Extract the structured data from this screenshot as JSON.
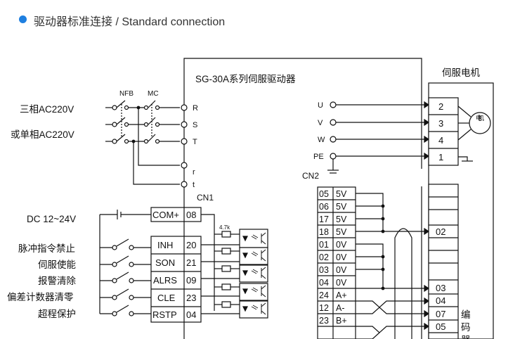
{
  "header": {
    "title": "驱动器标准连接 / Standard connection",
    "accent_color": "#1e7fe0"
  },
  "drive": {
    "title": "SG-30A系列伺服驱动器",
    "power_terminals": [
      "R",
      "S",
      "T",
      "r",
      "t"
    ],
    "motor_terminals": [
      "U",
      "V",
      "W",
      "PE"
    ],
    "cn1_label": "CN1",
    "cn2_label": "CN2"
  },
  "power": {
    "three_phase": "三相AC220V",
    "single_phase": "或单相AC220V",
    "nfb": "NFB",
    "mc": "MC",
    "dc_supply": "DC 12~24V"
  },
  "cn1": {
    "resistor_label": "4.7k",
    "rows": [
      {
        "signal": "COM+",
        "pin": "08",
        "desc": ""
      },
      {
        "signal": "INH",
        "pin": "20",
        "desc": "脉冲指令禁止"
      },
      {
        "signal": "SON",
        "pin": "21",
        "desc": "伺服使能"
      },
      {
        "signal": "ALRS",
        "pin": "09",
        "desc": "报警清除"
      },
      {
        "signal": "CLE",
        "pin": "23",
        "desc": "偏差计数器清零"
      },
      {
        "signal": "RSTP",
        "pin": "04",
        "desc": "超程保护"
      }
    ]
  },
  "cn2": {
    "rows": [
      {
        "pin": "05",
        "signal": "5V"
      },
      {
        "pin": "06",
        "signal": "5V"
      },
      {
        "pin": "17",
        "signal": "5V"
      },
      {
        "pin": "18",
        "signal": "5V"
      },
      {
        "pin": "01",
        "signal": "0V"
      },
      {
        "pin": "02",
        "signal": "0V"
      },
      {
        "pin": "03",
        "signal": "0V"
      },
      {
        "pin": "04",
        "signal": "0V"
      },
      {
        "pin": "24",
        "signal": "A+"
      },
      {
        "pin": "12",
        "signal": "A-"
      },
      {
        "pin": "23",
        "signal": "B+"
      }
    ]
  },
  "motor": {
    "title": "伺服电机",
    "motor_symbol": "电机",
    "terminal_pins": [
      "2",
      "3",
      "4",
      "1"
    ],
    "encoder_label_chars": [
      "编",
      "码",
      "器"
    ],
    "encoder_pins": [
      "02",
      "03",
      "04",
      "07",
      "05"
    ]
  }
}
